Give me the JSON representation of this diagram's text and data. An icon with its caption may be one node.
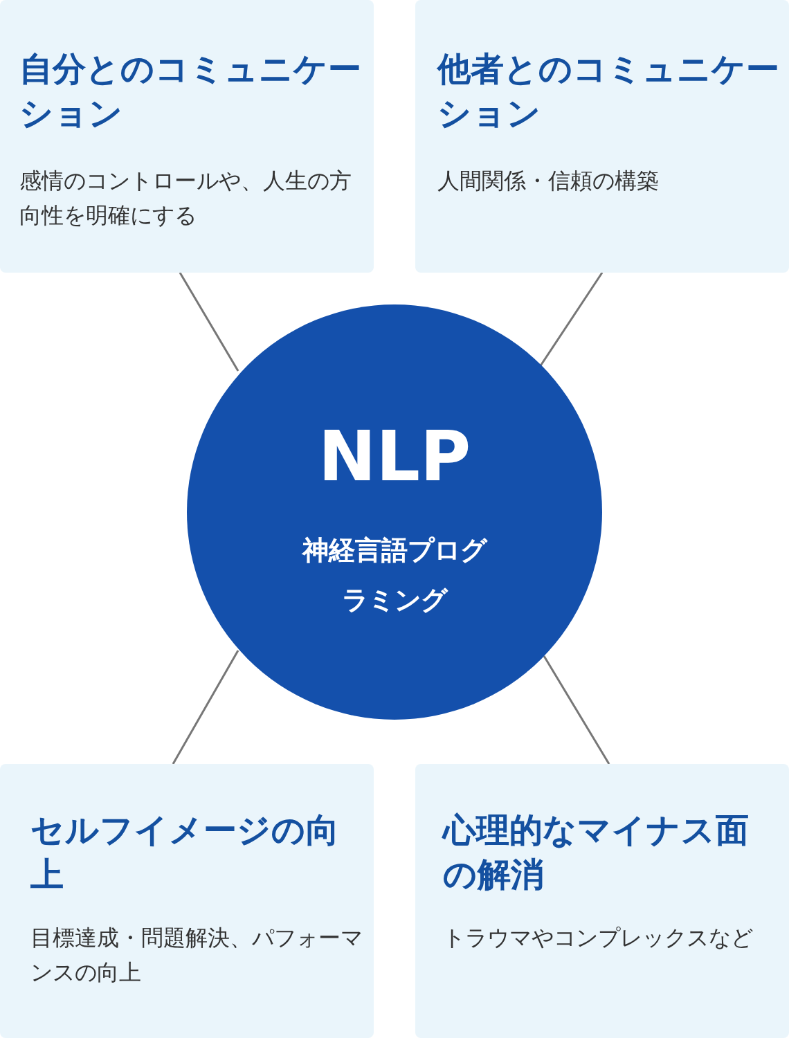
{
  "diagram": {
    "nodes": [
      {
        "text": [
          "自分とのコミュニケーション",
          "感情のコントロールや、人生の方向性を明確にする"
        ]
      },
      {
        "text": [
          "他者とのコミュニケーション",
          "人間関係・信頼の構築"
        ]
      },
      {
        "text": [
          "NLP",
          "神経言語プログラミング"
        ]
      },
      {
        "text": [
          "セルフイメージの向上",
          "目標達成・問題解決、パフォーマンスの向上"
        ]
      },
      {
        "text": [
          "心理的なマイナス面の解消",
          "トラウマやコンプレックスなど"
        ]
      }
    ],
    "edges": [
      {
        "from": 2,
        "to": 0,
        "arrow": "none"
      },
      {
        "from": 2,
        "to": 1,
        "arrow": "none"
      },
      {
        "from": 2,
        "to": 3,
        "arrow": "none"
      },
      {
        "from": 2,
        "to": 4,
        "arrow": "none"
      }
    ]
  }
}
